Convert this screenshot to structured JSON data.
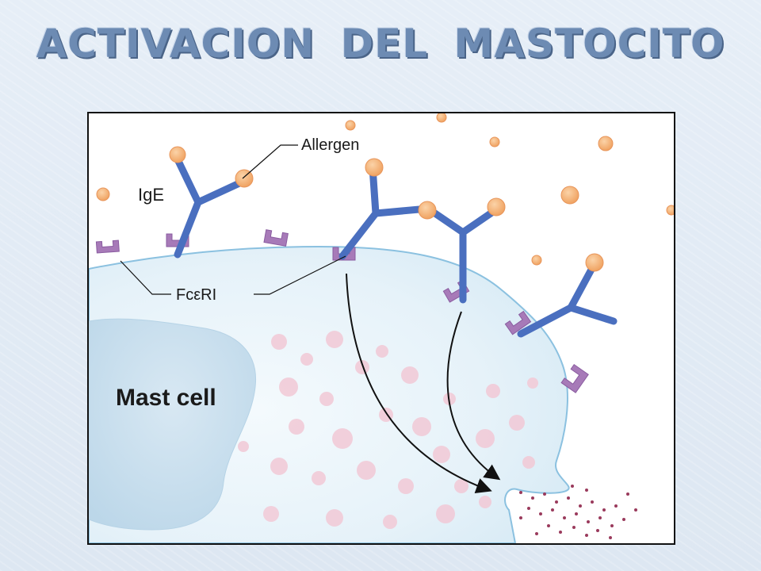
{
  "slide": {
    "title": "ACTIVACION DEL MASTOCITO"
  },
  "diagram": {
    "labels": {
      "allergen": "Allergen",
      "ige": "IgE",
      "receptor": "FcεRI",
      "cell": "Mast cell"
    }
  },
  "colors": {
    "title": "#6d8bb3",
    "antibody": "#4a6fbf",
    "allergen": "#f3ad6d",
    "receptor": "#a77ab8",
    "cell_membrane": "#8bc1e0",
    "granule": "#f2c9d6",
    "released_granule": "#9a3a5c"
  }
}
